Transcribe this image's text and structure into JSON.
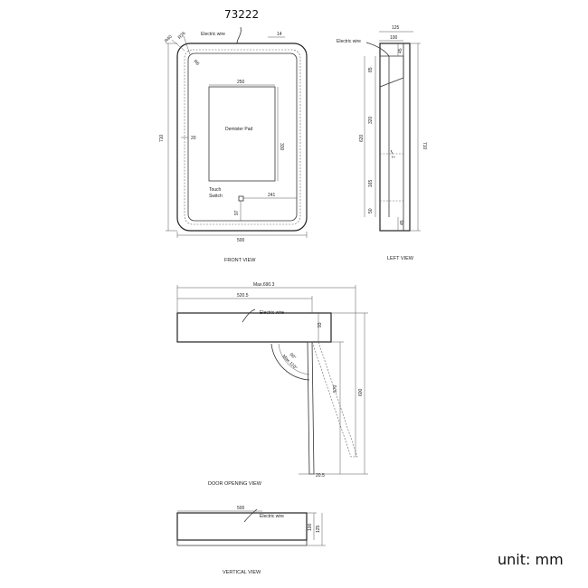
{
  "model_number": "73222",
  "unit_label": "unit: mm",
  "front_view": {
    "caption": "FRONT VIEW",
    "electric_wire": "Electric wire",
    "dim_top_14": "14",
    "corner_r40": "R40",
    "corner_r26": "R26",
    "corner_r6": "R6",
    "height_710": "710",
    "width_500": "500",
    "pad_width_250": "250",
    "pad_height_330": "330",
    "pad_label": "Demister Pad",
    "dim_20": "20",
    "touch_switch": "Touch\nSwitch",
    "touch_line1": "Touch",
    "touch_line2": "Switch",
    "dim_241": "241",
    "dim_97": "97"
  },
  "left_view": {
    "caption": "LEFT VIEW",
    "electric_wire": "Electric wire",
    "dim_125": "125",
    "dim_100": "100",
    "dim_45_top": "45",
    "dim_85": "85",
    "dim_320": "320",
    "dim_620": "620",
    "dim_165": "165",
    "dim_50": "50",
    "dim_45_bottom": "45",
    "dim_710": "710",
    "dim_7": "7"
  },
  "door_opening_view": {
    "caption": "DOOR  OPENING  VIEW",
    "max_width": "Max.690.3",
    "width_520_5": "520.5",
    "electric_wire": "Electric wire",
    "dim_93": "93",
    "angle_90": "90°",
    "angle_max_110": "Max.110°",
    "dim_570": "570",
    "dim_600": "600",
    "dim_20_5": "20.5"
  },
  "vertical_view": {
    "caption": "VERTICAL VIEW",
    "width_500": "500",
    "electric_wire": "Electric wire",
    "dim_100": "100",
    "dim_125": "125"
  }
}
